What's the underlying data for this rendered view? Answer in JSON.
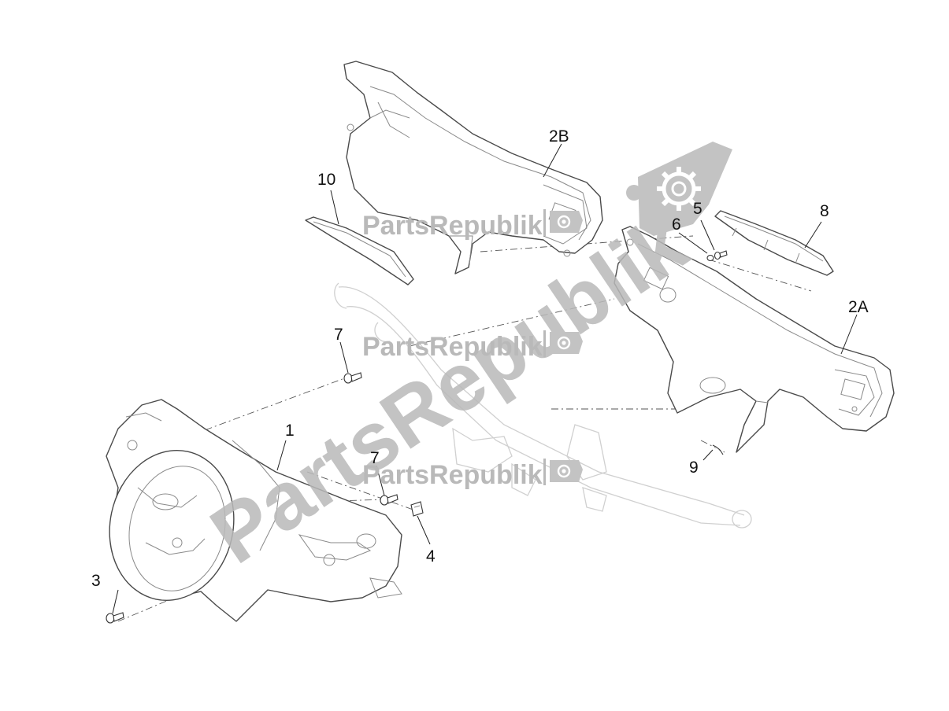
{
  "watermark": {
    "brand": "PartsRepublik",
    "big_diagonal_text": "PartsRepublik",
    "icon": "gear-icon",
    "color": "#b9b9b9"
  },
  "callouts": {
    "part_1": "1",
    "part_2A": "2A",
    "part_2B": "2B",
    "part_3": "3",
    "part_4": "4",
    "part_5": "5",
    "part_6": "6",
    "part_7_upper": "7",
    "part_7_lower": "7",
    "part_8": "8",
    "part_9": "9",
    "part_10": "10"
  }
}
